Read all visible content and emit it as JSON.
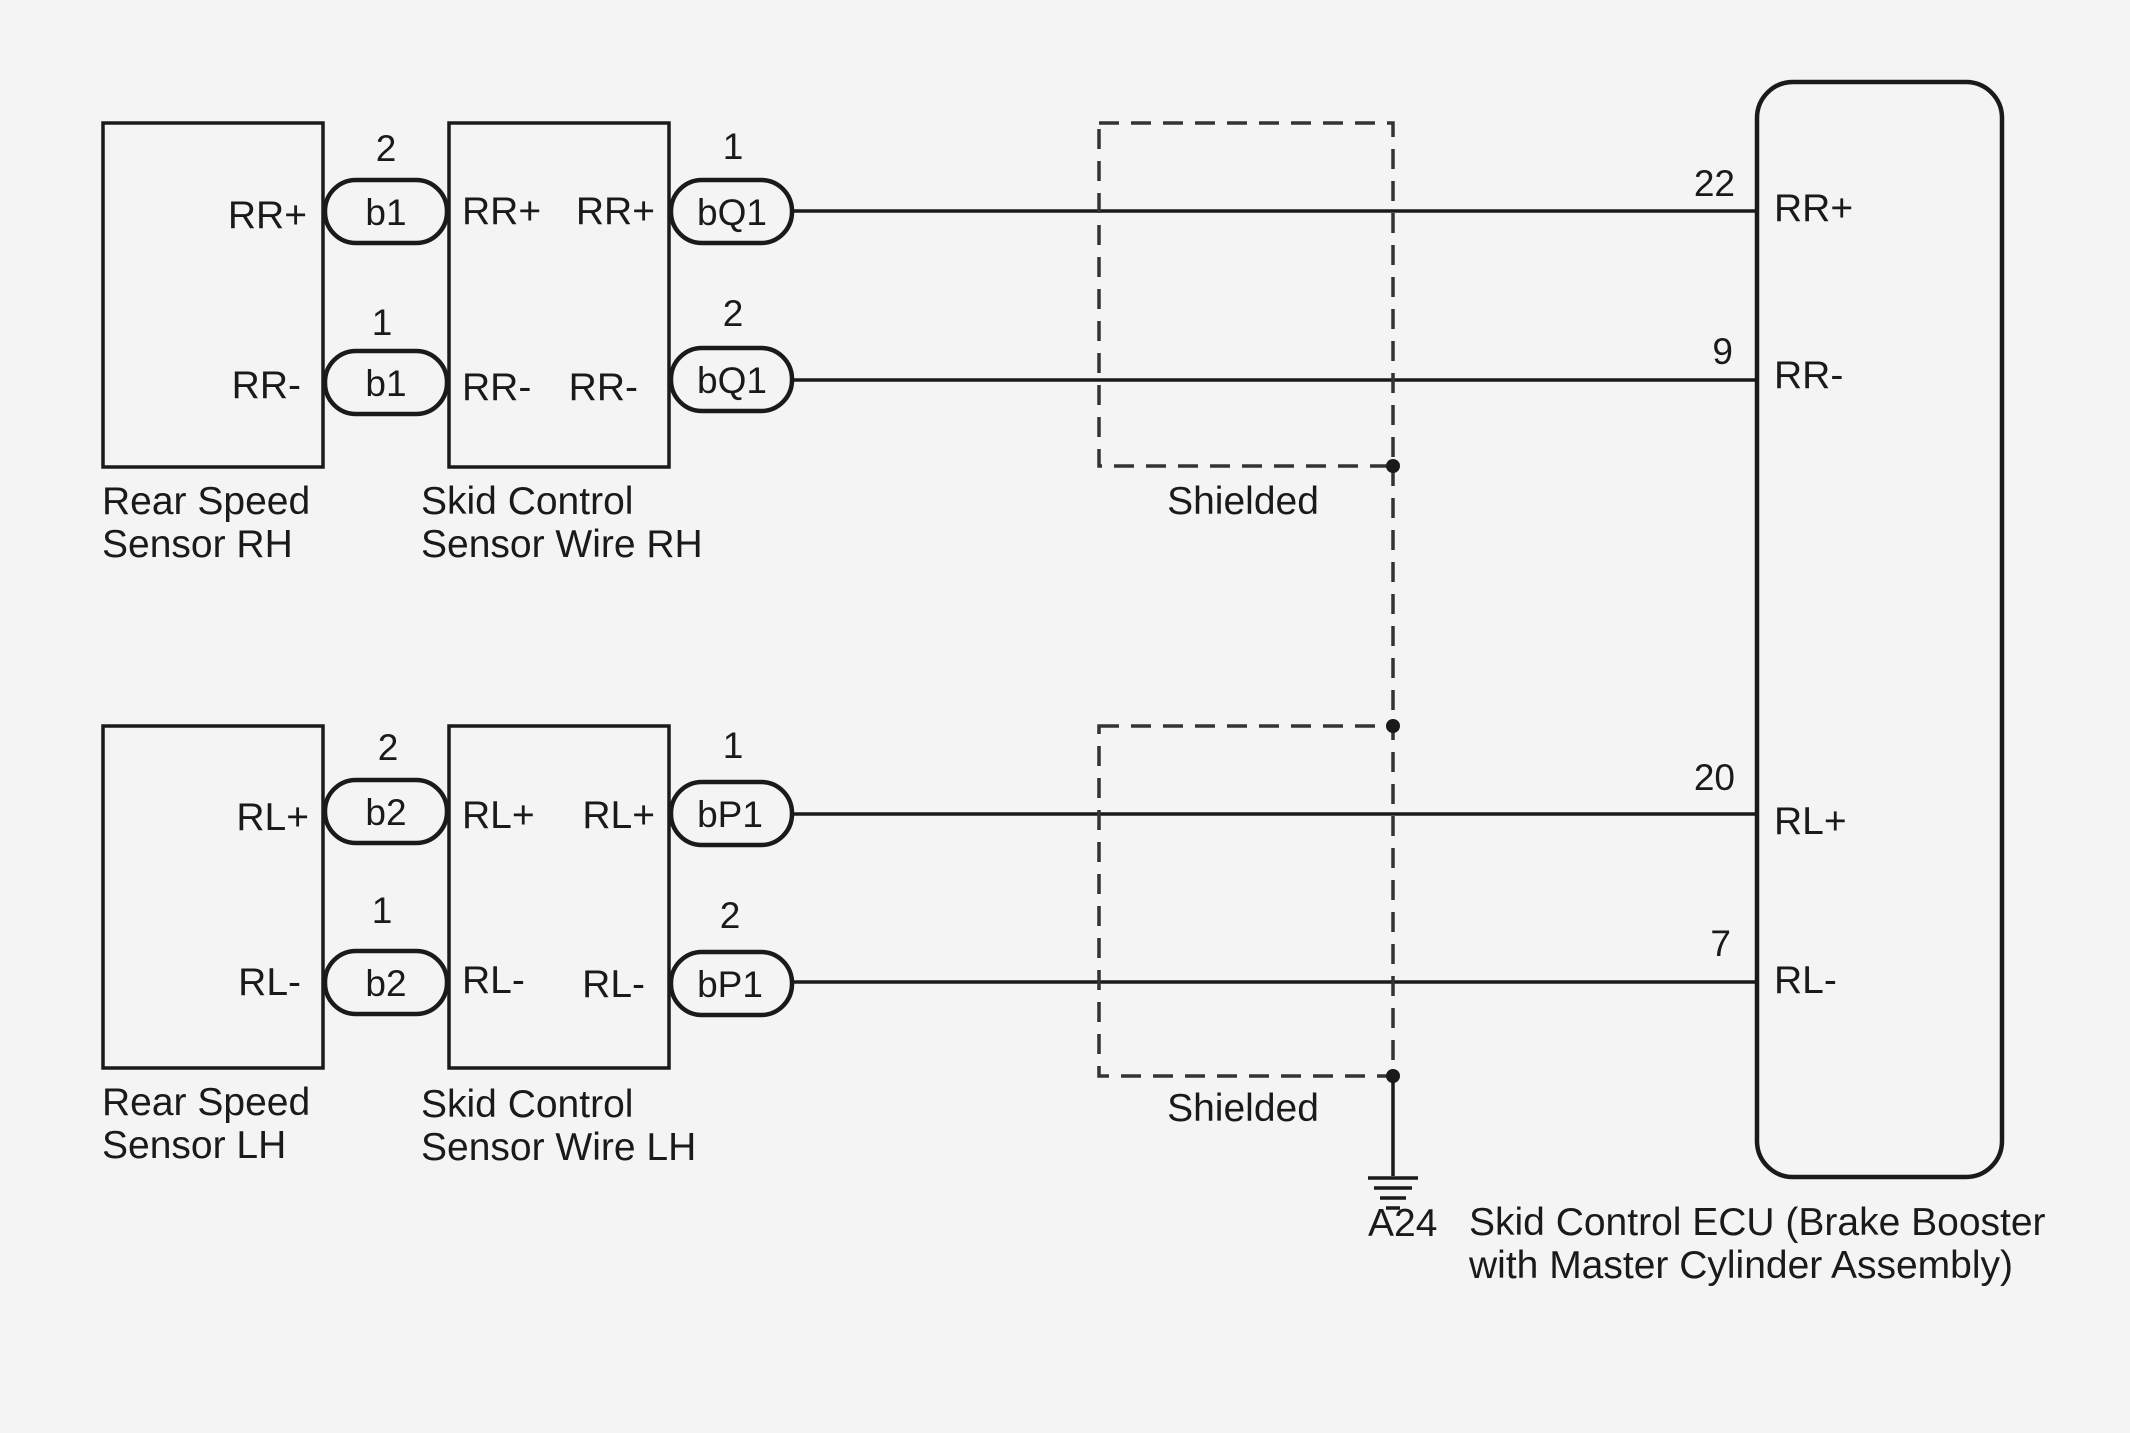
{
  "components": {
    "sensor_rh": [
      "Rear Speed",
      "Sensor RH"
    ],
    "wire_rh": [
      "Skid Control",
      "Sensor Wire RH"
    ],
    "sensor_lh": [
      "Rear Speed",
      "Sensor LH"
    ],
    "wire_lh": [
      "Skid Control",
      "Sensor Wire LH"
    ],
    "ecu": [
      "Skid Control ECU (Brake Booster",
      "with Master Cylinder Assembly)"
    ],
    "ecu_connector": "A24"
  },
  "shield_label": "Shielded",
  "rh": {
    "sensor_pins": [
      "RR+",
      "RR-"
    ],
    "sensor_conn": "b1",
    "sensor_conn_pins": [
      "2",
      "1"
    ],
    "wire_left_pins": [
      "RR+",
      "RR-"
    ],
    "wire_right_pins": [
      "RR+",
      "RR-"
    ],
    "wire_conn": "bQ1",
    "wire_conn_pins": [
      "1",
      "2"
    ],
    "ecu_pins": [
      "RR+",
      "RR-"
    ],
    "ecu_pin_numbers": [
      "22",
      "9"
    ]
  },
  "lh": {
    "sensor_pins": [
      "RL+",
      "RL-"
    ],
    "sensor_conn": "b2",
    "sensor_conn_pins": [
      "2",
      "1"
    ],
    "wire_left_pins": [
      "RL+",
      "RL-"
    ],
    "wire_right_pins": [
      "RL+",
      "RL-"
    ],
    "wire_conn": "bP1",
    "wire_conn_pins": [
      "1",
      "2"
    ],
    "ecu_pins": [
      "RL+",
      "RL-"
    ],
    "ecu_pin_numbers": [
      "20",
      "7"
    ]
  }
}
